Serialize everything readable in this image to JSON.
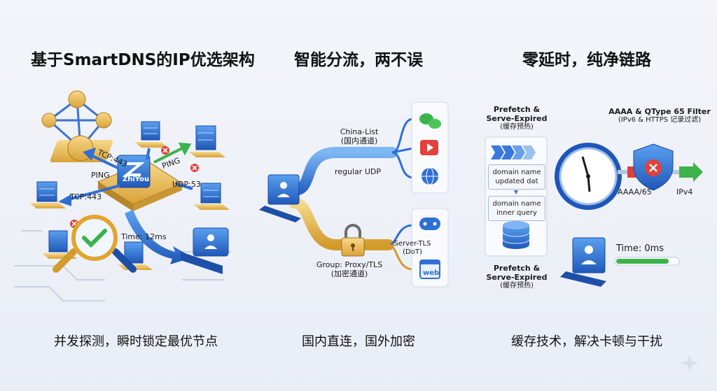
{
  "panels": {
    "p1": {
      "title": "基于SmartDNS的IP优选架构",
      "caption": "并发探测，瞬时锁定最优节点",
      "hub_label": "ZhiYou",
      "labels": {
        "tcp443_a": "TCP:443",
        "ping_a": "PING",
        "ping_b": "PING",
        "tcp443_b": "TCP:443",
        "udp53": "UDP:53",
        "time": "Time: 12ms"
      }
    },
    "p2": {
      "title": "智能分流，两不误",
      "caption": "国内直连，国外加密",
      "china_list": "China-List",
      "china_sub": "(国内通道)",
      "regular_udp": "regular UDP",
      "group": "Group:  Proxy/TLS",
      "group_sub": "(加密通道)",
      "server_tls": "Server-TLS",
      "dot": "(DoT)",
      "web": "web"
    },
    "p3": {
      "title": "零延时，纯净链路",
      "caption": "缓存技术，解决卡顿与干扰",
      "prefetch_top": [
        "Prefetch &",
        "Serve-Expired"
      ],
      "prefetch_top_sub": "(缓存预热)",
      "chip1": [
        "domain name",
        "updated dat"
      ],
      "chip2": [
        "domain name",
        "inner query"
      ],
      "prefetch_bottom": [
        "Prefetch &",
        "Serve-Expired"
      ],
      "prefetch_bottom_sub": "(缓存预热)",
      "filter": "AAAA & QType 65 Filter",
      "filter_sub": "(IPv6 & HTTPS 记录过滤)",
      "aaaa65": "AAAA/65",
      "ipv4": "IPv4",
      "time": "Time: 0ms",
      "time_progress": 0.85
    }
  },
  "colors": {
    "blue": "#2f6fd6",
    "gold": "#e8b545",
    "green": "#3bb34a",
    "red": "#e0413a"
  }
}
